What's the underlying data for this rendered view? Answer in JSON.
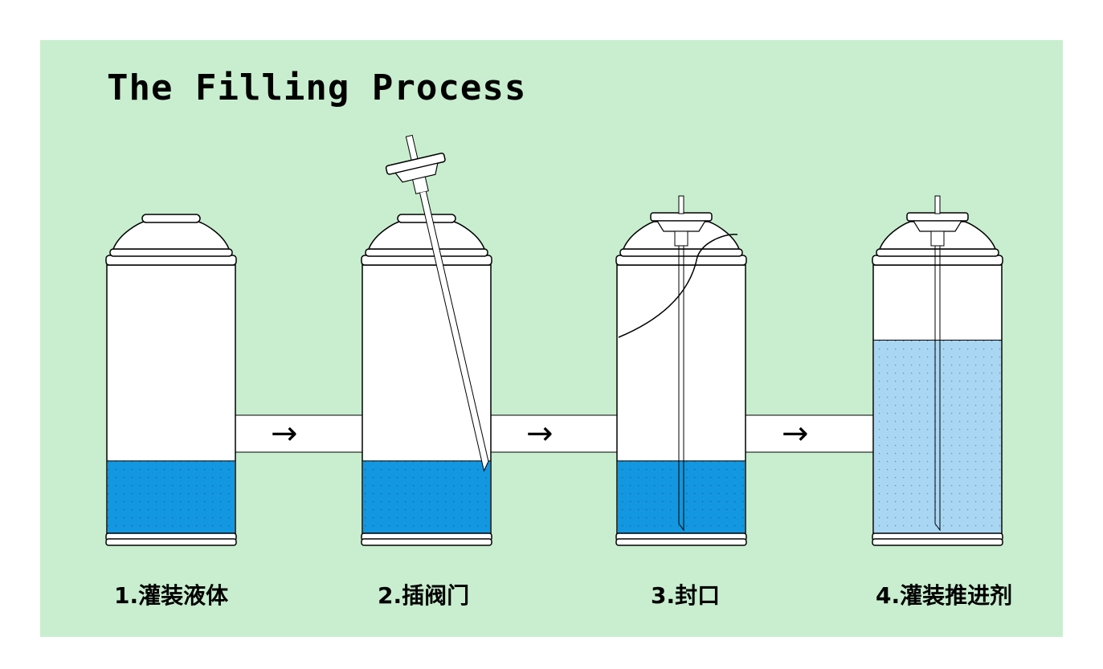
{
  "title": "The Filling Process",
  "colors": {
    "background": "#c8eecf",
    "liquid": "#1297e0",
    "propellant": "#a8d6f3",
    "outline": "#000000"
  },
  "steps": [
    {
      "label": "1.灌装液体",
      "fill_fraction": 0.27,
      "liquid": "liquid"
    },
    {
      "label": "2.插阀门",
      "fill_fraction": 0.27,
      "liquid": "liquid"
    },
    {
      "label": "3.封口",
      "fill_fraction": 0.27,
      "liquid": "liquid"
    },
    {
      "label": "4.灌装推进剂",
      "fill_fraction": 0.72,
      "liquid": "propellant"
    }
  ],
  "arrow_symbol": "→"
}
